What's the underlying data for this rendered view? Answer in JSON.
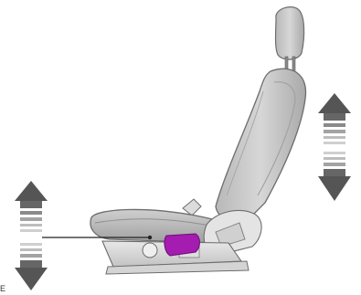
{
  "figure": {
    "reference_code": "E"
  },
  "colors": {
    "seat_fill": "#c9c9c9",
    "seat_shadow": "#9e9e9e",
    "seat_outline": "#6d6d6d",
    "highlight": "#a51cb0",
    "arrow_dark": "#555555",
    "arrow_light": "#c4c4c4",
    "leader_line": "#222222"
  },
  "icons": [
    "up-down-arrow-icon",
    "up-down-arrow-icon"
  ],
  "parts": [
    "headrest",
    "seatback",
    "seat-cushion",
    "seat-base",
    "height-adjust-lever",
    "recline-control",
    "seatbelt-buckle"
  ]
}
